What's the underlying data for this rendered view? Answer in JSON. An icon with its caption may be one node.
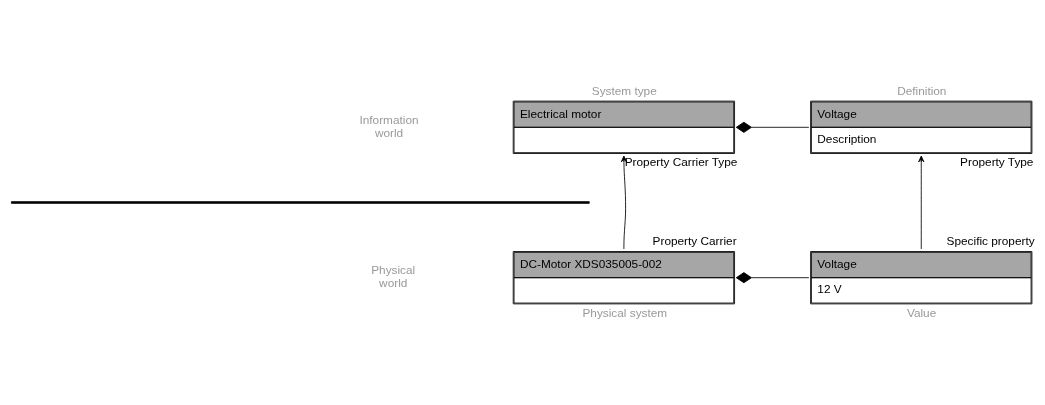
{
  "diagram": {
    "nodes": [
      {
        "text": [
          "Electrical motor"
        ],
        "beside": [
          "System type",
          "Property Carrier Type"
        ]
      },
      {
        "text": [
          "Voltage",
          "Description"
        ],
        "beside": [
          "Definition",
          "Property Type"
        ]
      },
      {
        "text": [
          "DC-Motor XDS035005-002"
        ],
        "beside": [
          "Property Carrier",
          "Physical system"
        ]
      },
      {
        "text": [
          "Voltage",
          "12 V"
        ],
        "beside": [
          "Specific property",
          "Value"
        ]
      }
    ],
    "edges": [
      {
        "from": 0,
        "to": 1,
        "arrow": "other"
      },
      {
        "from": 2,
        "to": 3,
        "arrow": "other"
      },
      {
        "from": 2,
        "to": 0,
        "arrow": "to"
      },
      {
        "from": 3,
        "to": 1,
        "arrow": "to"
      }
    ],
    "labels": [
      "Information world",
      "Physical world"
    ]
  }
}
